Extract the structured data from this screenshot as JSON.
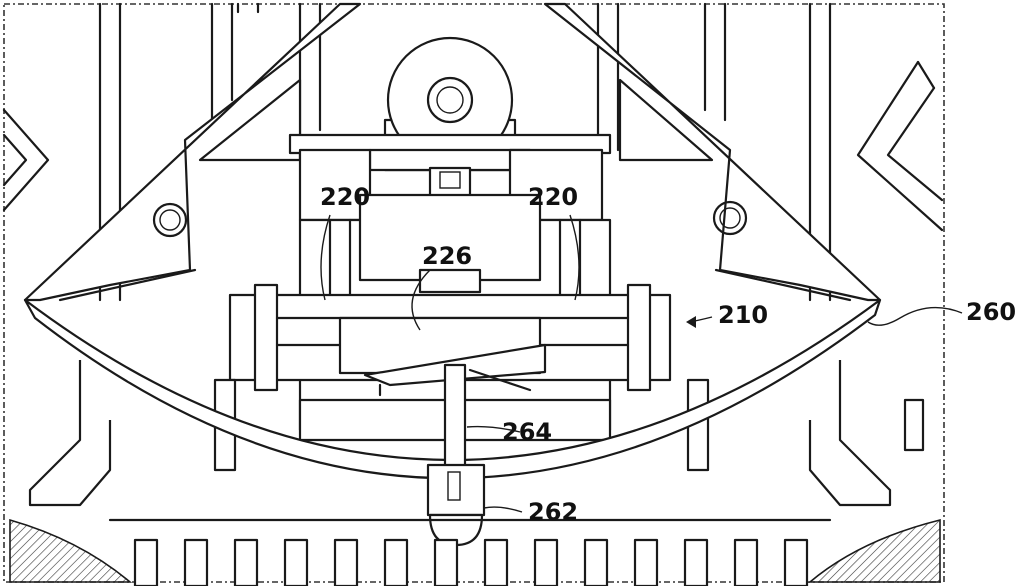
{
  "labels": {
    "l220a": "220",
    "l220b": "220",
    "l226": "226",
    "l210": "210",
    "l260": "260",
    "l264": "264",
    "l262": "262"
  }
}
